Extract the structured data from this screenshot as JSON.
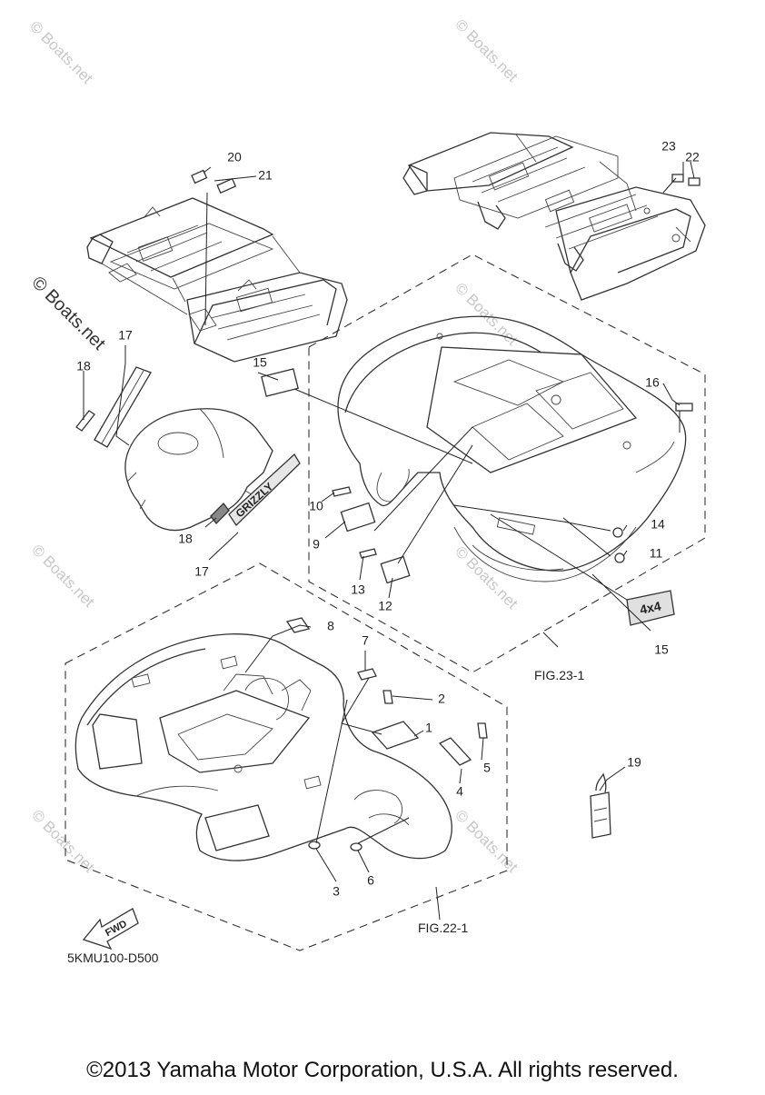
{
  "watermarks": [
    "© Boats.net",
    "© Boats.net",
    "© Boats.net",
    "© Boats.net",
    "© Boats.net",
    "© Boats.net",
    "© Boats.net",
    "© Boats.net"
  ],
  "callouts": [
    "1",
    "2",
    "3",
    "4",
    "5",
    "6",
    "7",
    "8",
    "9",
    "10",
    "11",
    "12",
    "13",
    "14",
    "15",
    "15",
    "16",
    "17",
    "17",
    "18",
    "18",
    "19",
    "20",
    "21",
    "22",
    "23"
  ],
  "fig_refs": [
    "FIG.23-1",
    "FIG.22-1"
  ],
  "decals": {
    "grizzly": "GRIZZLY",
    "four_by_four": "4x4",
    "fwd": "FWD"
  },
  "diagram_code": "5KMU100-D500",
  "copyright": "©2013 Yamaha Motor Corporation, U.S.A. All rights reserved."
}
